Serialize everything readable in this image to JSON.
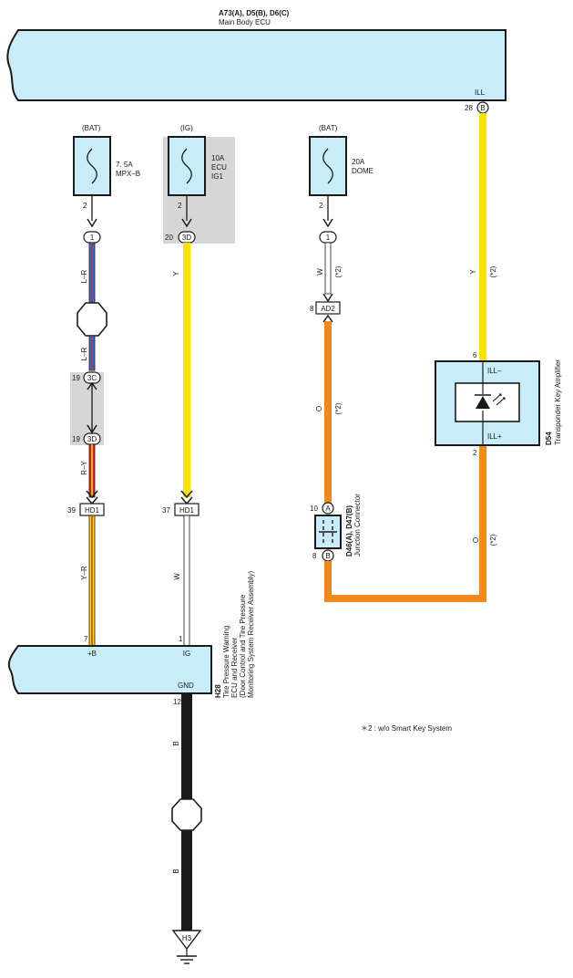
{
  "ecu_main": {
    "title": "A73(A), D5(B), D6(C)",
    "name": "Main Body ECU",
    "pin_ill_label": "ILL",
    "pin_ill_num": "28",
    "pin_ill_conn": "B"
  },
  "fuses": [
    {
      "source": "(BAT)",
      "rating": "7. 5A",
      "name": "MPX–B",
      "pin": "2",
      "conn_num": "1"
    },
    {
      "source": "(IG)",
      "rating": "10A",
      "name": "ECU",
      "name2": "IG1",
      "pin": "2",
      "conn_num": "20",
      "conn_id": "3D"
    },
    {
      "source": "(BAT)",
      "rating": "20A",
      "name": "DOME",
      "pin": "2",
      "conn_num": "1"
    }
  ],
  "connectors": {
    "c19a": {
      "num": "19",
      "id": "3C"
    },
    "c19b": {
      "num": "19",
      "id": "3D"
    },
    "c39": {
      "num": "39",
      "id": "HD1"
    },
    "c37": {
      "num": "37",
      "id": "HD1"
    },
    "ad2": {
      "num": "8",
      "id": "AD2"
    },
    "jca": {
      "num": "10",
      "id": "A"
    },
    "jcb": {
      "num": "8",
      "id": "B"
    }
  },
  "wires": {
    "lr1": "L–R",
    "lr2": "L–R",
    "ry": "R–Y",
    "yr": "Y–R",
    "y_ig": "Y",
    "w_ig": "W",
    "w_dome": "W",
    "w_dome_note": "(*2)",
    "o_dome": "O",
    "o_dome_note": "(*2)",
    "y_ill": "Y",
    "y_ill_note": "(*2)",
    "o_amp": "O",
    "o_amp_note": "(*2)",
    "b1": "B",
    "b2": "B"
  },
  "amplifier": {
    "code": "D54",
    "name": "Transponder Key Amplifier",
    "pin_top": "6",
    "pin_top_label": "ILL–",
    "pin_bottom": "2",
    "pin_bottom_label": "ILL+"
  },
  "junction": {
    "code": "D46(A), D47(B)",
    "name": "Junction Connector"
  },
  "tpms": {
    "code": "H28",
    "line1": "Tire Pressure Warning",
    "line2": "ECU and Receiver",
    "line3": "(Door Control and Tire Pressure",
    "line4": "Monitoring System Receiver Assembly)",
    "pin_b": "+B",
    "pin_b_num": "7",
    "pin_ig": "IG",
    "pin_ig_num": "1",
    "pin_gnd": "GND",
    "pin_gnd_num": "12"
  },
  "ground": {
    "id": "H3"
  },
  "note": "＊2 : w/o Smart Key System",
  "colors": {
    "ecu_fill": "#c8ecf8",
    "yellow": "#ffe000",
    "orange": "#f08a1c",
    "blue": "#2f6fd6",
    "red": "#e0241c",
    "black": "#1a1a1a",
    "gray_shade": "#d6d6d6"
  }
}
